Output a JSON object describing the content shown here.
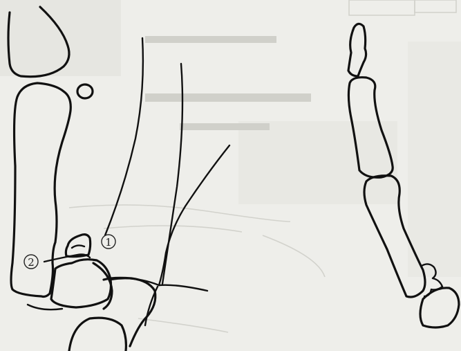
{
  "figure": {
    "left_panel": {
      "markers": [
        {
          "id": "marker-1",
          "label": "1"
        },
        {
          "id": "marker-2",
          "label": "2"
        }
      ]
    },
    "right_panel": {}
  }
}
